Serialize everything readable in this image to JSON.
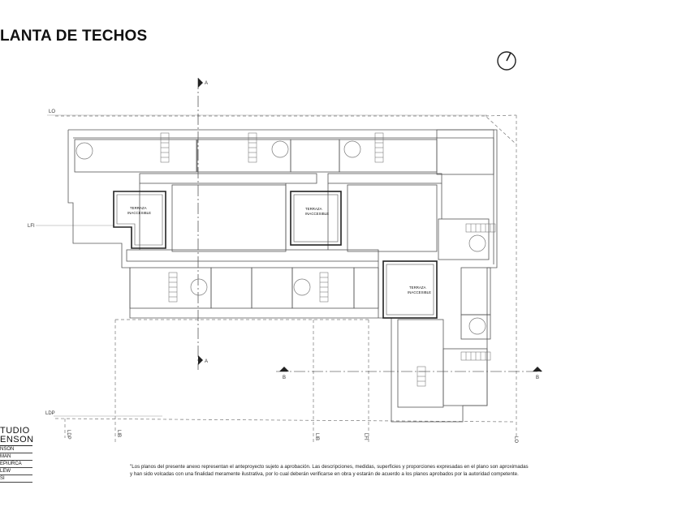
{
  "drawing": {
    "title": "LANTA DE TECHOS",
    "terraces": [
      {
        "line1": "TERRAZA",
        "line2": "INACCESIBLE"
      },
      {
        "line1": "TERRAZA",
        "line2": "INACCESIBLE"
      },
      {
        "line1": "TERRAZA",
        "line2": "INACCESIBLE"
      }
    ],
    "lines": {
      "lo": "LO",
      "lfi_left": "LFI",
      "ldp_left": "LDP",
      "ldp_bottom": "LDP",
      "lib_bottom_1": "LIB",
      "lib_bottom_2": "LIB",
      "lfi_bottom": "LFI",
      "lo_bottom": "LO"
    },
    "sections": {
      "a_top": "A",
      "a_bottom": "A",
      "b_left": "B",
      "b_right": "B"
    }
  },
  "studio": {
    "brand_line1": "TUDIO",
    "brand_line2": "ENSON",
    "people": [
      "NSON",
      "MAN",
      "EPIURCA",
      "LEW",
      "SI"
    ]
  },
  "note": {
    "line1": "\"Los planos del presente anexo representan el anteproyecto sujeto a aprobación.  Las  descripciones,  medidas,  superficies  y  proporciones  expresadas  en  el  plano son aproximadas",
    "line2": "y han sido volcadas con una finalidad meramente ilustrativa, por lo  cual   deberán  verificarse en obra y estarán de acuerdo a los planos aprobados por la autoridad competente."
  }
}
